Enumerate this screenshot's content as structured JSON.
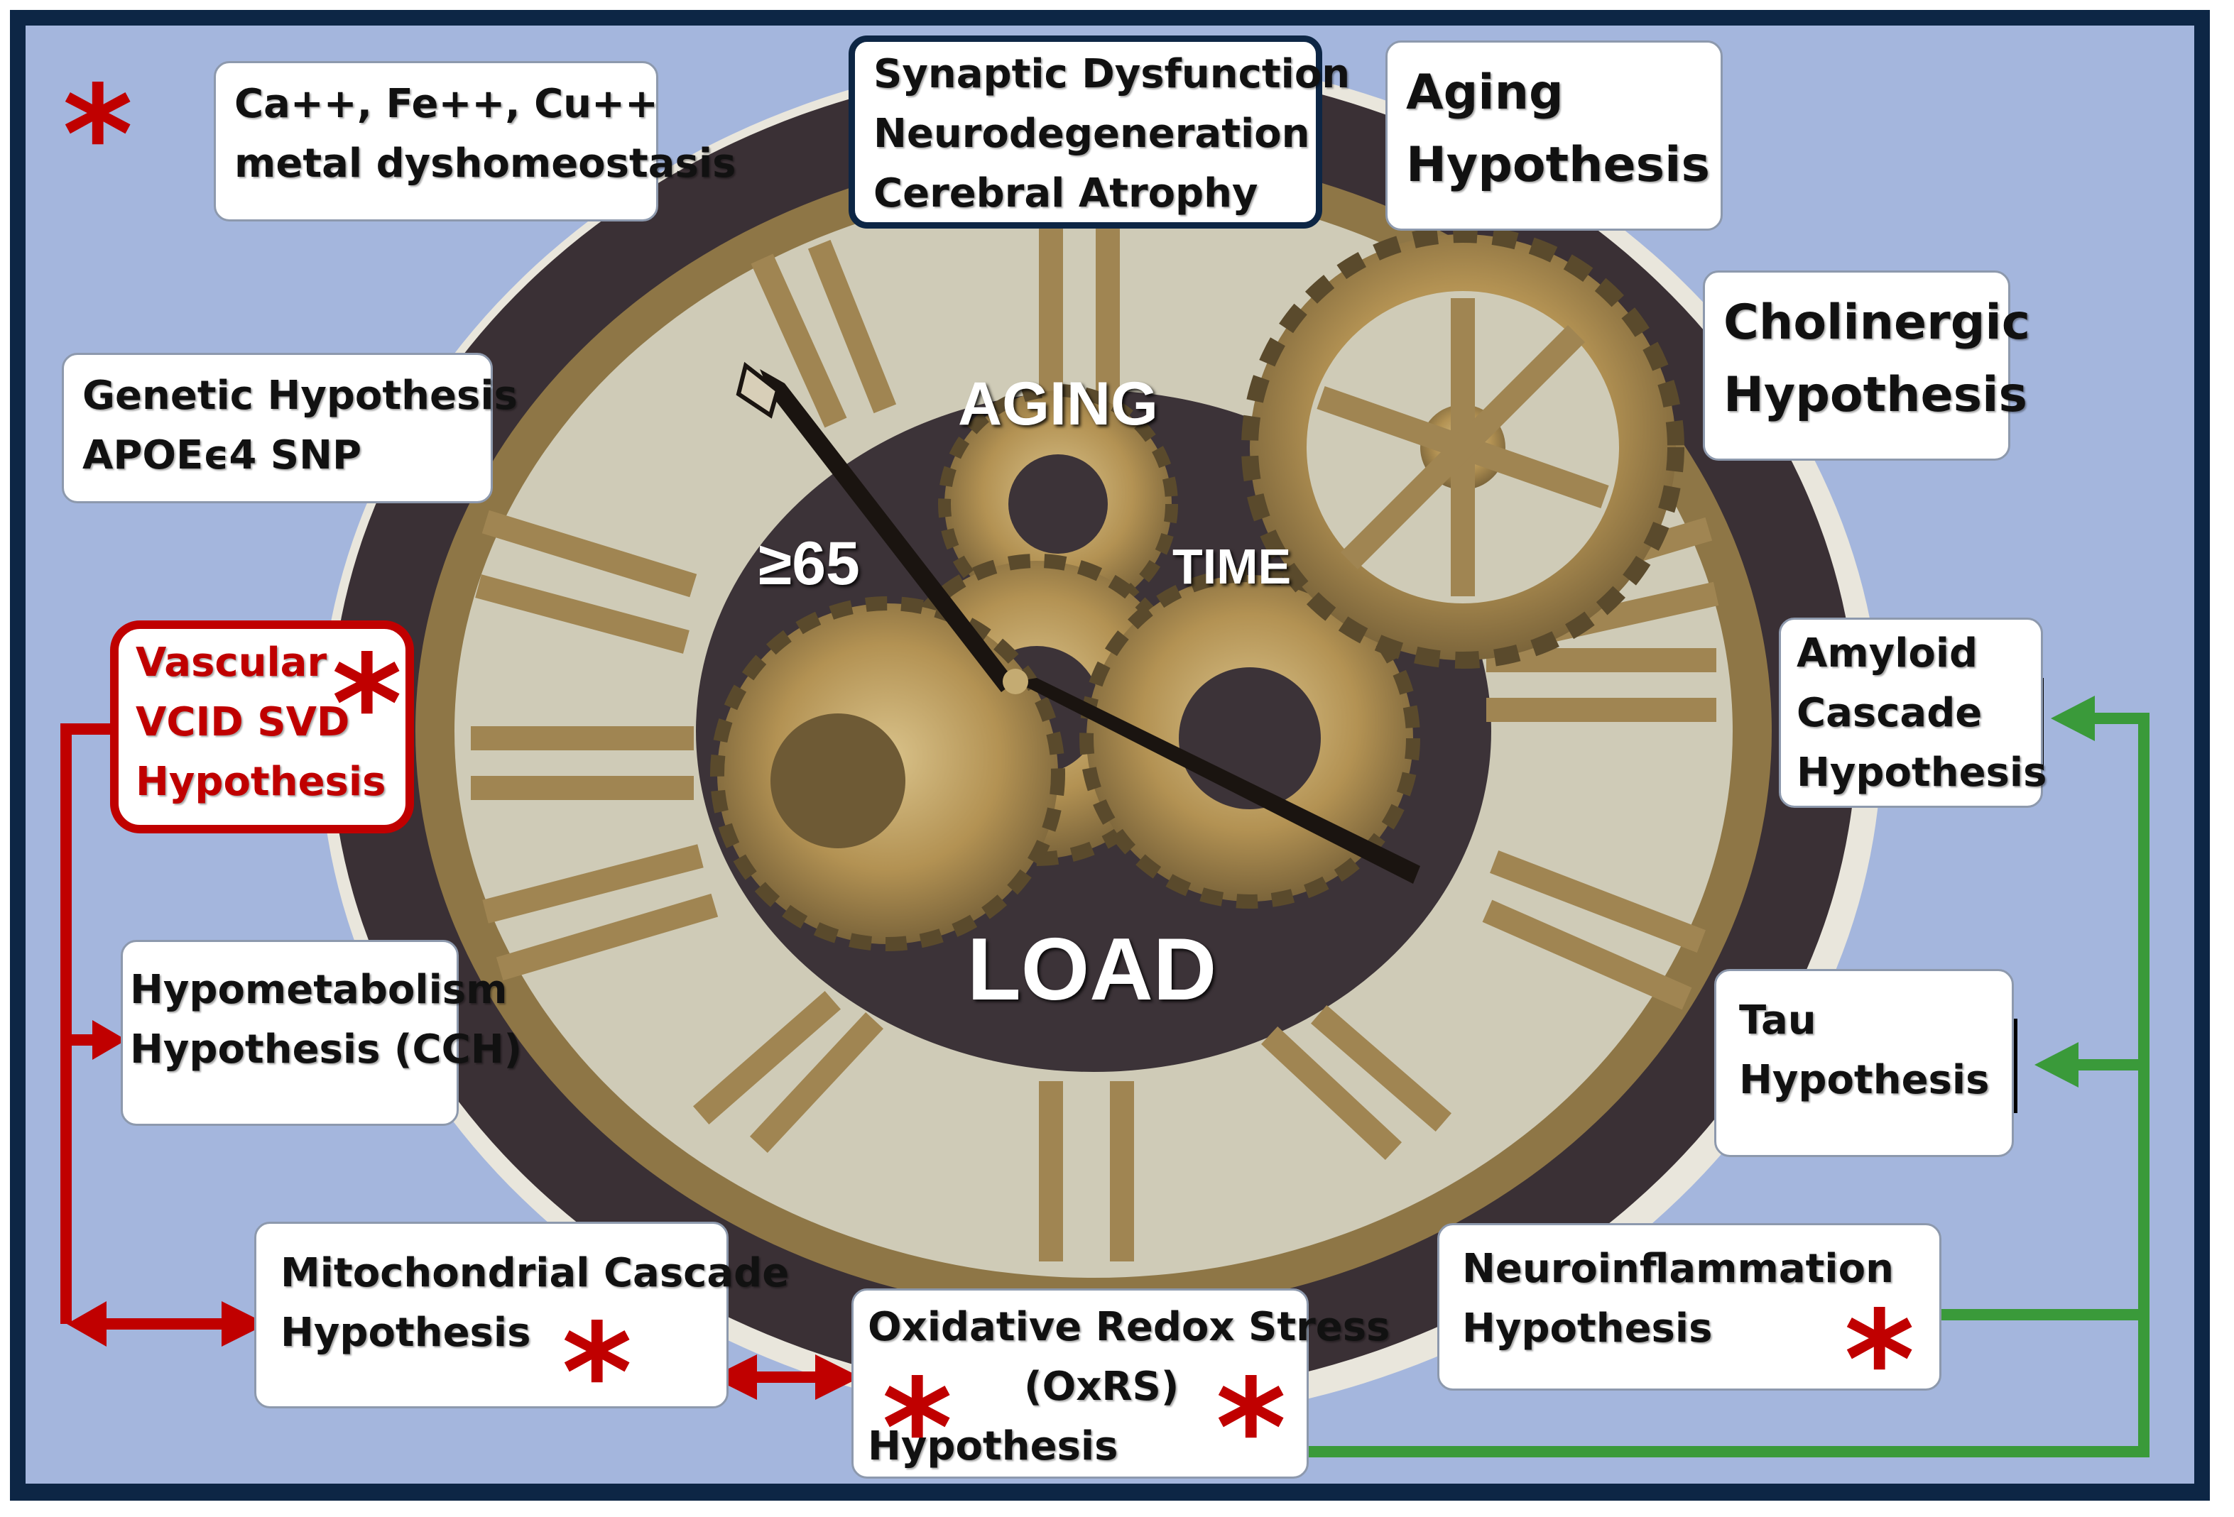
{
  "clock": {
    "label_aging": "AGING",
    "label_age": "≥65",
    "label_time": "TIME",
    "label_load": "LOAD"
  },
  "boxes": {
    "metal": {
      "line1": "Ca++, Fe++, Cu++",
      "line2": "metal dyshomeostasis"
    },
    "synaptic": {
      "line1": "Synaptic Dysfunction",
      "line2": "Neurodegeneration",
      "line3": "Cerebral Atrophy"
    },
    "aging": {
      "line1": "Aging",
      "line2": "Hypothesis"
    },
    "cholinergic": {
      "line1": "Cholinergic",
      "line2": "Hypothesis"
    },
    "genetic": {
      "line1": "Genetic Hypothesis",
      "line2": "APOEϵ4  SNP"
    },
    "vascular": {
      "line1": "Vascular",
      "line2": "VCID  SVD",
      "line3": "Hypothesis"
    },
    "amyloid": {
      "line1": "Amyloid",
      "line2": "Cascade",
      "line3": "Hypothesis"
    },
    "hypometabolism": {
      "line1": "Hypometabolism",
      "line2": "Hypothesis (CCH)"
    },
    "tau": {
      "line1": "Tau",
      "line2": "Hypothesis"
    },
    "mitochondrial": {
      "line1": "Mitochondrial Cascade",
      "line2": "Hypothesis"
    },
    "oxidative": {
      "line1": "Oxidative Redox Stress",
      "line2": "(OxRS)",
      "line3": "Hypothesis"
    },
    "neuroinflammation": {
      "line1": "Neuroinflammation",
      "line2": "Hypothesis"
    }
  },
  "marker": {
    "symbol": "*",
    "color": "#c00000"
  },
  "colors": {
    "frame": "#0d2645",
    "background": "#a4b6dd",
    "red_arrows": "#c00000",
    "green_arrows": "#3a9a3a"
  },
  "icons": [
    "clock-image",
    "gear-icon",
    "asterisk-icon"
  ]
}
